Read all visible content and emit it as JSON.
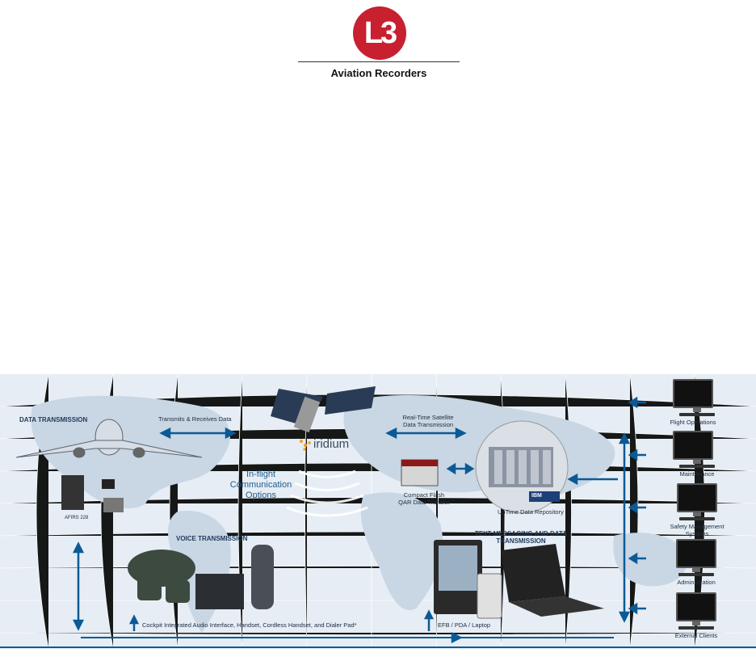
{
  "logo": {
    "mark": "L3",
    "subtitle": "Aviation Recorders"
  },
  "diagram": {
    "data_transmission": "DATA TRANSMISSION",
    "transmits_receives": "Transmits & Receives Data",
    "satellite_provider": "iridium",
    "real_time_satellite_line1": "Real-Time Satellite",
    "real_time_satellite_line2": "Data Transmission",
    "inflight_line1": "In-flight",
    "inflight_line2": "Communication",
    "inflight_line3": "Options",
    "afirs": "AFIRS 228",
    "compact_flash_line1": "Compact Flash",
    "compact_flash_line2": "QAR Data Transfer",
    "uptime_repository": "UpTime Data Repository",
    "ibm": "IBM",
    "voice_transmission": "VOICE TRANSMISSION",
    "cockpit_caption": "Cockpit Integrated Audio Interface, Handset, Cordless Handset, and Dialer Pad*",
    "text_messaging_line1": "TEXT MESSAGING AND DATA",
    "text_messaging_line2": "TRANSMISSION",
    "efb_caption": "EFB / PDA / Laptop",
    "clients": [
      "Flight Operations",
      "Maintenance",
      "Safety Management Systems",
      "Administration",
      "External Clients"
    ]
  },
  "colors": {
    "brand_red": "#c8202f",
    "arrow_blue": "#0b5a96",
    "map_background": "#e6edf4"
  }
}
